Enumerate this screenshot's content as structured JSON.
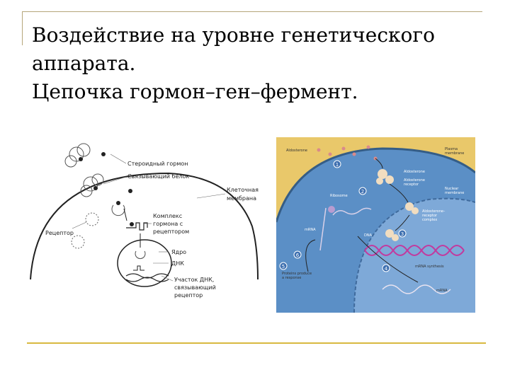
{
  "slide": {
    "title_lines": [
      "Воздействие на уровне генетического",
      "аппарата.",
      "Цепочка гормон–ген–фермент."
    ]
  },
  "left_diagram": {
    "labels": {
      "steroid": "Стероидный гормон",
      "binding_protein": "Связывающий белок",
      "membrane_1": "Клеточная",
      "membrane_2": "мембрана",
      "complex_1": "Комплекс",
      "complex_2": "гормона с",
      "complex_3": "рецептором",
      "receptor": "Рецептор",
      "nucleus": "Ядро",
      "dna": "ДНК",
      "site_1": "Участок ДНК,",
      "site_2": "связывающий",
      "site_3": "рецептор"
    }
  },
  "right_diagram": {
    "colors": {
      "outer": "#e9c86a",
      "cell": "#5b8fc6",
      "nucleus": "#7ea9d8",
      "dna": "#c23a9e",
      "arrow": "#222222"
    },
    "labels": {
      "aldosterone": "Aldosterone",
      "plasma_1": "Plasma",
      "plasma_2": "membrane",
      "aldo": "Aldosterone",
      "aldo_receptor_1": "Aldosterone",
      "aldo_receptor_2": "receptor",
      "nuclear_1": "Nuclear",
      "nuclear_2": "membrane",
      "ribosome": "Ribosome",
      "complex_1": "Aldosterone–",
      "complex_2": "receptor",
      "complex_3": "complex",
      "mrna": "mRNA",
      "dna": "DNA",
      "synthesis": "mRNA synthesis",
      "mrna2": "mRNA",
      "protein_1": "Proteins produce",
      "protein_2": "a response",
      "steps": [
        "1",
        "2",
        "3",
        "4",
        "5",
        "6"
      ]
    }
  }
}
